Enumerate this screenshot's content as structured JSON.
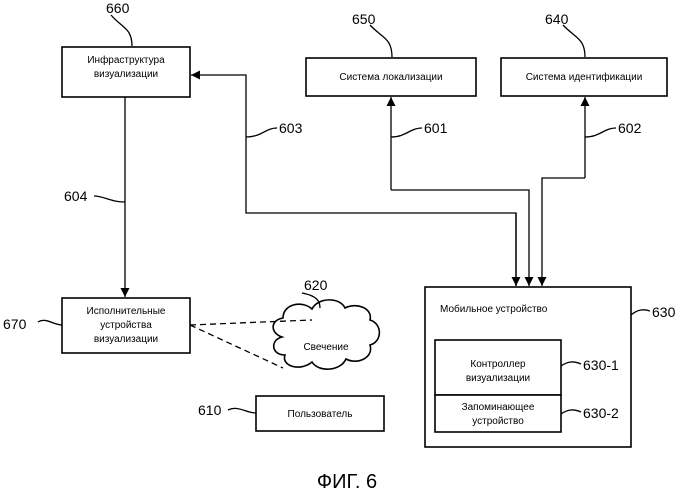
{
  "nodes": {
    "infrastructure": {
      "ref": "660",
      "lines": [
        "Инфраструктура",
        "визуализации"
      ]
    },
    "localization": {
      "ref": "650",
      "lines": [
        "Система локализации"
      ]
    },
    "identification": {
      "ref": "640",
      "lines": [
        "Система идентификации"
      ]
    },
    "actuators": {
      "ref": "670",
      "lines": [
        "Исполнительные",
        "устройства",
        "визуализации"
      ]
    },
    "lighting": {
      "ref": "620",
      "lines": [
        "Свечение"
      ]
    },
    "user": {
      "ref": "610",
      "lines": [
        "Пользователь"
      ]
    },
    "mobile": {
      "ref": "630",
      "lines": [
        "Мобильное устройство"
      ]
    },
    "controller": {
      "ref": "630-1",
      "lines": [
        "Контроллер",
        "визуализации"
      ]
    },
    "storage": {
      "ref": "630-2",
      "lines": [
        "Запоминающее",
        "устройство"
      ]
    }
  },
  "links": {
    "l601": {
      "ref": "601"
    },
    "l602": {
      "ref": "602"
    },
    "l603": {
      "ref": "603"
    },
    "l604": {
      "ref": "604"
    }
  },
  "caption": "ФИГ. 6"
}
